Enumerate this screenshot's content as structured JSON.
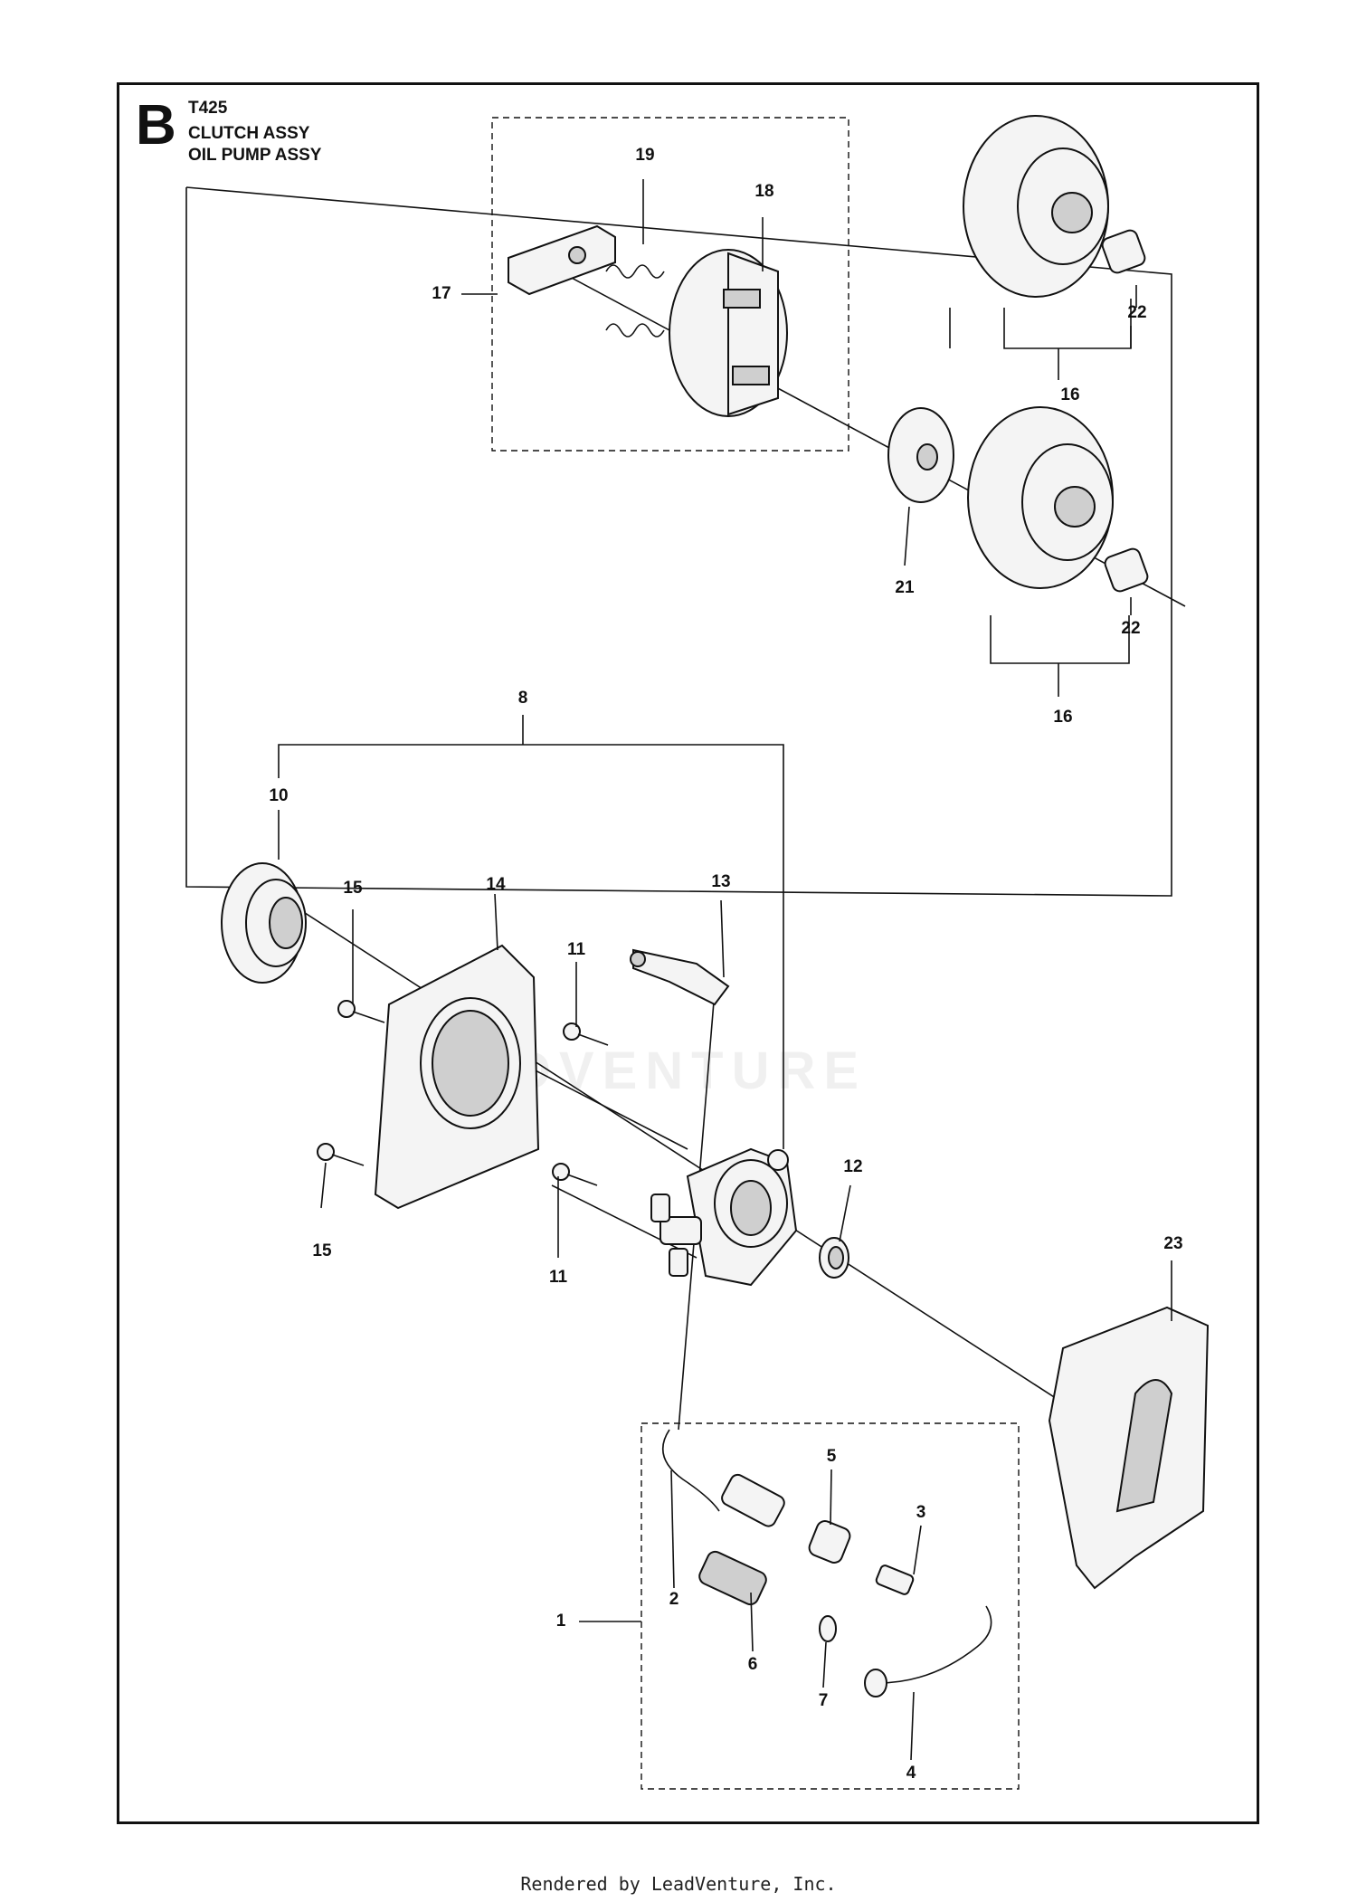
{
  "header": {
    "section_letter": "B",
    "model": "T425",
    "assembly_1": "CLUTCH ASSY",
    "assembly_2": "OIL PUMP ASSY"
  },
  "callouts": {
    "c1": "1",
    "c2": "2",
    "c3": "3",
    "c4": "4",
    "c5": "5",
    "c6": "6",
    "c7": "7",
    "c8": "8",
    "c10": "10",
    "c11a": "11",
    "c11b": "11",
    "c12": "12",
    "c13": "13",
    "c14": "14",
    "c15a": "15",
    "c15b": "15",
    "c16a": "16",
    "c16b": "16",
    "c17": "17",
    "c18": "18",
    "c19": "19",
    "c21": "21",
    "c22a": "22",
    "c22b": "22",
    "c23": "23"
  },
  "watermark": "LEADVENTURE",
  "footer": "Rendered by LeadVenture, Inc."
}
